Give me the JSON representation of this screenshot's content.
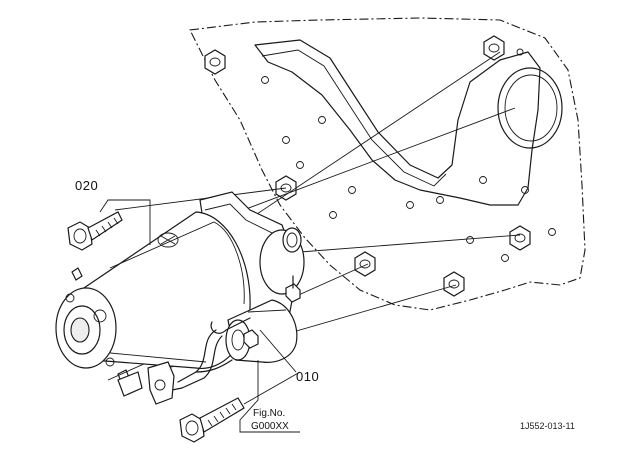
{
  "callouts": {
    "part_020": "020",
    "part_010": "010",
    "fig_ref_line1": "Fig.No.",
    "fig_ref_line2": "G000XX"
  },
  "drawing_code": "1J552-013-11"
}
